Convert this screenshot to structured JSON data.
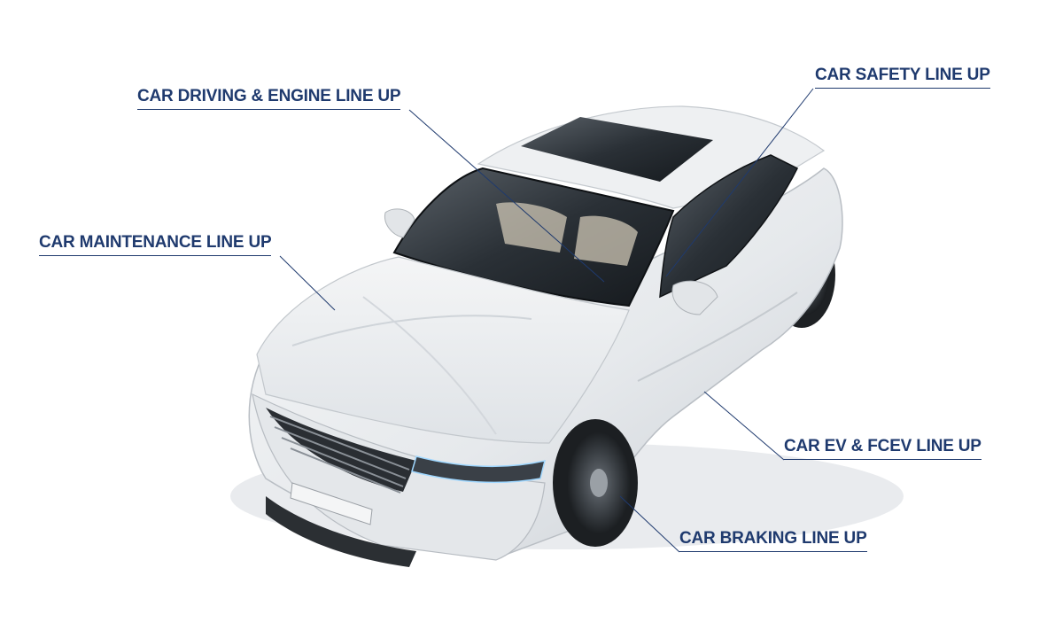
{
  "colors": {
    "label_text": "#1f3a6e",
    "leader_line": "#1f3a6e",
    "background": "#ffffff",
    "car_body": "#e9ecef",
    "car_shadow": "#c7ccd2",
    "glass": "#1c2228",
    "tire": "#2b2e32"
  },
  "callouts": {
    "driving_engine": "CAR DRIVING & ENGINE LINE UP",
    "safety": "CAR SAFETY LINE UP",
    "maintenance": "CAR MAINTENANCE LINE UP",
    "ev_fcev": "CAR EV & FCEV LINE UP",
    "braking": "CAR BRAKING LINE UP"
  }
}
